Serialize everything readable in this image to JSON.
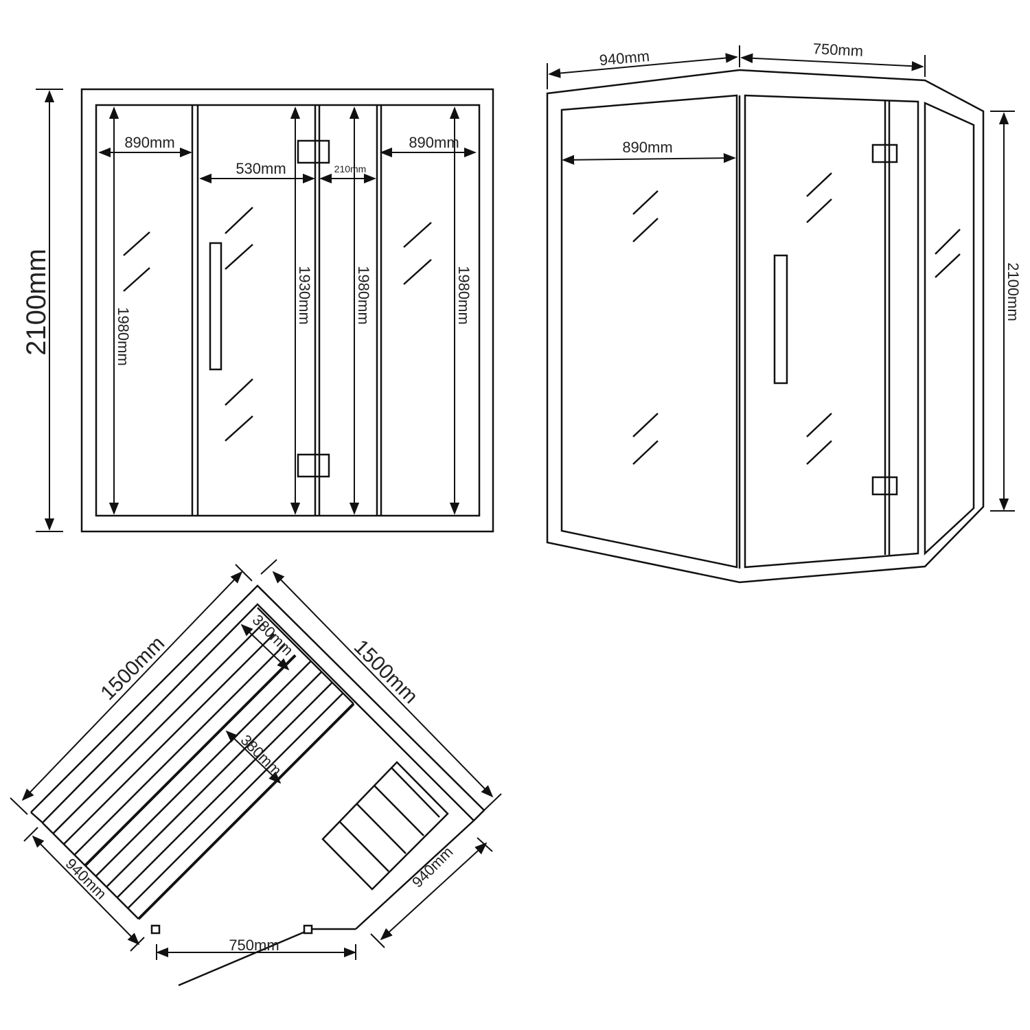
{
  "front_view": {
    "overall_height": "2100mm",
    "left_panel_width": "890mm",
    "left_panel_height": "1980mm",
    "door_width": "530mm",
    "door_height": "1930mm",
    "narrow_panel_width": "210mm",
    "narrow_panel_height": "1980mm",
    "right_panel_width": "890mm",
    "right_panel_height": "1980mm"
  },
  "perspective_view": {
    "left_side_width": "940mm",
    "right_side_width": "750mm",
    "glass_panel_width": "890mm",
    "overall_height": "2100mm"
  },
  "floor_plan": {
    "left_wall_length": "1500mm",
    "right_wall_length": "1500mm",
    "upper_bench_depth": "380mm",
    "lower_bench_depth": "380mm",
    "left_return_length": "940mm",
    "right_return_length": "940mm",
    "door_opening_width": "750mm"
  },
  "colors": {
    "line": "#111111",
    "background": "#ffffff"
  }
}
